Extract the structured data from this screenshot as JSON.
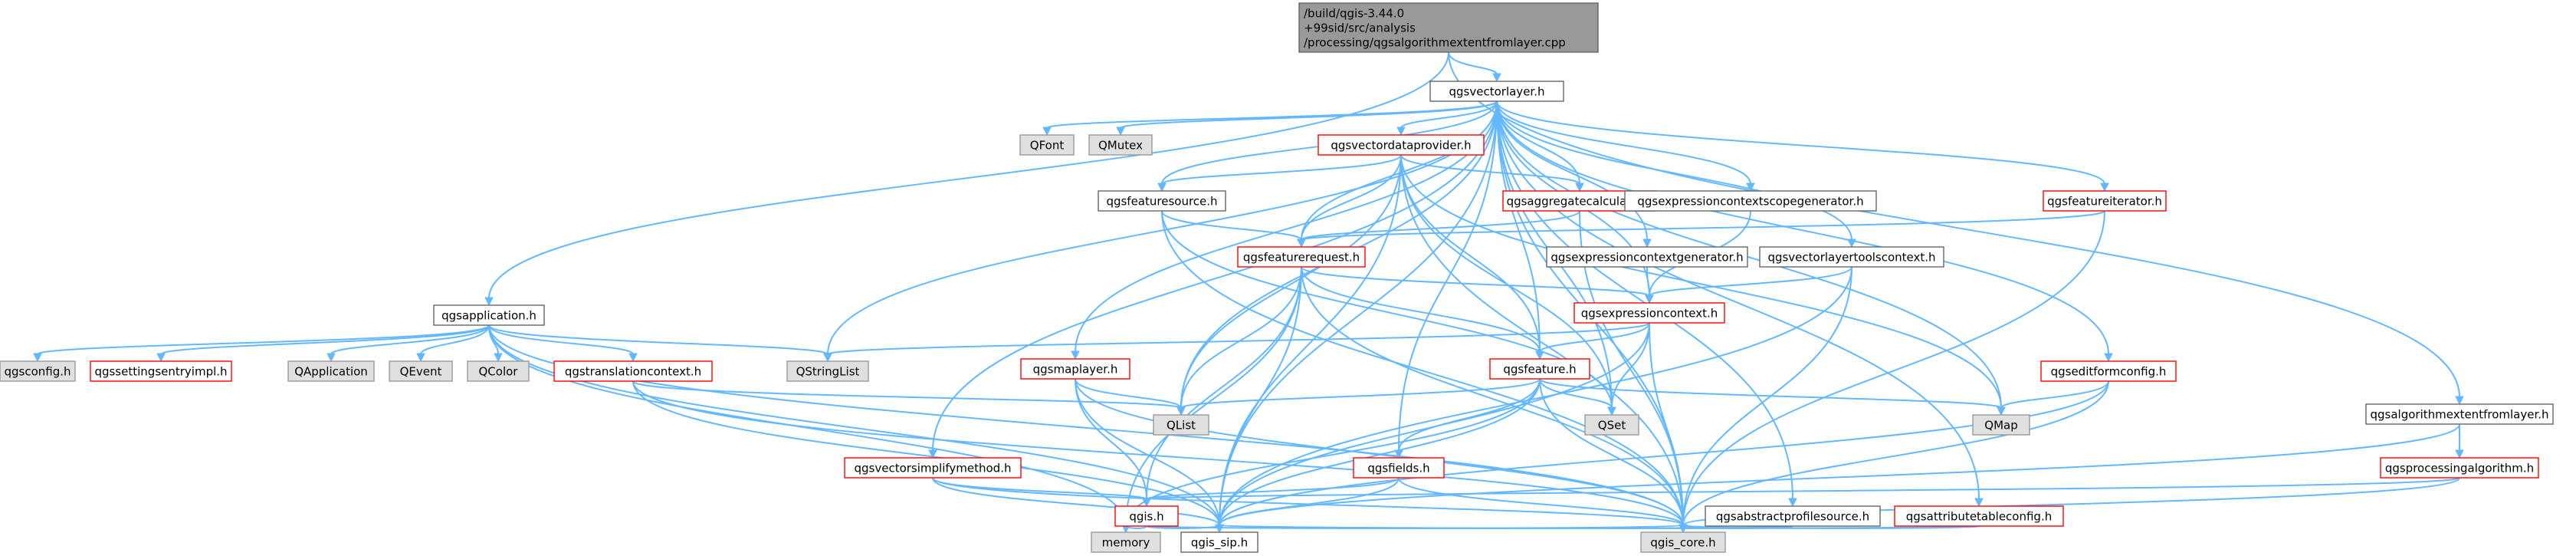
{
  "colors": {
    "edge": "#63b8ff",
    "root_fill": "#999999",
    "root_border": "#666666",
    "local_fill": "#ffffff",
    "local_border": "#666666",
    "red_border": "#ff0000",
    "external_fill": "#e0e0e0",
    "external_border": "#999999"
  },
  "nodes": [
    {
      "id": "root",
      "kind": "root",
      "lines": [
        "/build/qgis-3.44.0",
        "+99sid/src/analysis",
        "/processing/qgsalgorithmextentfromlayer.cpp"
      ]
    },
    {
      "id": "qgsvectorlayer",
      "kind": "local",
      "lines": [
        "qgsvectorlayer.h"
      ]
    },
    {
      "id": "qgsapplication",
      "kind": "local",
      "lines": [
        "qgsapplication.h"
      ]
    },
    {
      "id": "qgsalgorithmextentfromlayer",
      "kind": "local",
      "lines": [
        "qgsalgorithmextentfromlayer.h"
      ]
    },
    {
      "id": "qgsconfig",
      "kind": "external",
      "lines": [
        "qgsconfig.h"
      ]
    },
    {
      "id": "qgssettingsentryimpl",
      "kind": "red",
      "lines": [
        "qgssettingsentryimpl.h"
      ]
    },
    {
      "id": "QApplication",
      "kind": "external",
      "lines": [
        "QApplication"
      ]
    },
    {
      "id": "QEvent",
      "kind": "external",
      "lines": [
        "QEvent"
      ]
    },
    {
      "id": "QColor",
      "kind": "external",
      "lines": [
        "QColor"
      ]
    },
    {
      "id": "qgstranslationcontext",
      "kind": "red",
      "lines": [
        "qgstranslationcontext.h"
      ]
    },
    {
      "id": "QStringList",
      "kind": "external",
      "lines": [
        "QStringList"
      ]
    },
    {
      "id": "QFont",
      "kind": "external",
      "lines": [
        "QFont"
      ]
    },
    {
      "id": "QMutex",
      "kind": "external",
      "lines": [
        "QMutex"
      ]
    },
    {
      "id": "qgsvectordataprovider",
      "kind": "red",
      "lines": [
        "qgsvectordataprovider.h"
      ]
    },
    {
      "id": "qgsfeaturesource",
      "kind": "local",
      "lines": [
        "qgsfeaturesource.h"
      ]
    },
    {
      "id": "qgsaggregatecalculator",
      "kind": "red",
      "lines": [
        "qgsaggregatecalculator.h"
      ]
    },
    {
      "id": "qgsexpressioncontextscopegenerator",
      "kind": "local",
      "lines": [
        "qgsexpressioncontextscopegenerator.h"
      ]
    },
    {
      "id": "qgsfeatureiterator",
      "kind": "red",
      "lines": [
        "qgsfeatureiterator.h"
      ]
    },
    {
      "id": "qgsfeaturerequest",
      "kind": "red",
      "lines": [
        "qgsfeaturerequest.h"
      ]
    },
    {
      "id": "qgsexpressioncontextgenerator",
      "kind": "local",
      "lines": [
        "qgsexpressioncontextgenerator.h"
      ]
    },
    {
      "id": "qgsvectorlayertoolscontext",
      "kind": "local",
      "lines": [
        "qgsvectorlayertoolscontext.h"
      ]
    },
    {
      "id": "qgsexpressioncontext",
      "kind": "red",
      "lines": [
        "qgsexpressioncontext.h"
      ]
    },
    {
      "id": "qgsmaplayer",
      "kind": "red",
      "lines": [
        "qgsmaplayer.h"
      ]
    },
    {
      "id": "qgsfeature",
      "kind": "red",
      "lines": [
        "qgsfeature.h"
      ]
    },
    {
      "id": "qgseditformconfig",
      "kind": "red",
      "lines": [
        "qgseditformconfig.h"
      ]
    },
    {
      "id": "QList",
      "kind": "external",
      "lines": [
        "QList"
      ]
    },
    {
      "id": "QSet",
      "kind": "external",
      "lines": [
        "QSet"
      ]
    },
    {
      "id": "QMap",
      "kind": "external",
      "lines": [
        "QMap"
      ]
    },
    {
      "id": "qgsvectorsimplifymethod",
      "kind": "red",
      "lines": [
        "qgsvectorsimplifymethod.h"
      ]
    },
    {
      "id": "qgsfields",
      "kind": "red",
      "lines": [
        "qgsfields.h"
      ]
    },
    {
      "id": "qgsprocessingalgorithm",
      "kind": "red",
      "lines": [
        "qgsprocessingalgorithm.h"
      ]
    },
    {
      "id": "qgis",
      "kind": "red",
      "lines": [
        "qgis.h"
      ]
    },
    {
      "id": "qgsabstractprofilesource",
      "kind": "local",
      "lines": [
        "qgsabstractprofilesource.h"
      ]
    },
    {
      "id": "qgsattributetableconfig",
      "kind": "red",
      "lines": [
        "qgsattributetableconfig.h"
      ]
    },
    {
      "id": "memory",
      "kind": "external",
      "lines": [
        "memory"
      ]
    },
    {
      "id": "qgis_sip",
      "kind": "local",
      "lines": [
        "qgis_sip.h"
      ]
    },
    {
      "id": "qgis_core",
      "kind": "external",
      "lines": [
        "qgis_core.h"
      ]
    }
  ],
  "edges": [
    [
      "root",
      "qgsvectorlayer"
    ],
    [
      "root",
      "qgsapplication"
    ],
    [
      "root",
      "qgsalgorithmextentfromlayer"
    ],
    [
      "qgsapplication",
      "qgsconfig"
    ],
    [
      "qgsapplication",
      "qgssettingsentryimpl"
    ],
    [
      "qgsapplication",
      "QApplication"
    ],
    [
      "qgsapplication",
      "QEvent"
    ],
    [
      "qgsapplication",
      "QColor"
    ],
    [
      "qgsapplication",
      "qgstranslationcontext"
    ],
    [
      "qgsapplication",
      "QStringList"
    ],
    [
      "qgsapplication",
      "memory"
    ],
    [
      "qgsapplication",
      "qgis_sip"
    ],
    [
      "qgsapplication",
      "qgis_core"
    ],
    [
      "qgstranslationcontext",
      "QList"
    ],
    [
      "qgstranslationcontext",
      "qgis_sip"
    ],
    [
      "qgstranslationcontext",
      "qgis_core"
    ],
    [
      "qgsvectorlayer",
      "QFont"
    ],
    [
      "qgsvectorlayer",
      "QMutex"
    ],
    [
      "qgsvectorlayer",
      "qgsvectordataprovider"
    ],
    [
      "qgsvectorlayer",
      "qgsfeaturesource"
    ],
    [
      "qgsvectorlayer",
      "qgsaggregatecalculator"
    ],
    [
      "qgsvectorlayer",
      "qgsexpressioncontextscopegenerator"
    ],
    [
      "qgsvectorlayer",
      "qgsfeatureiterator"
    ],
    [
      "qgsvectorlayer",
      "qgsfeaturerequest"
    ],
    [
      "qgsvectorlayer",
      "qgsexpressioncontextgenerator"
    ],
    [
      "qgsvectorlayer",
      "qgsvectorlayertoolscontext"
    ],
    [
      "qgsvectorlayer",
      "qgsexpressioncontext"
    ],
    [
      "qgsvectorlayer",
      "qgsmaplayer"
    ],
    [
      "qgsvectorlayer",
      "qgsfeature"
    ],
    [
      "qgsvectorlayer",
      "qgseditformconfig"
    ],
    [
      "qgsvectorlayer",
      "QStringList"
    ],
    [
      "qgsvectorlayer",
      "QList"
    ],
    [
      "qgsvectorlayer",
      "QSet"
    ],
    [
      "qgsvectorlayer",
      "QMap"
    ],
    [
      "qgsvectorlayer",
      "qgsvectorsimplifymethod"
    ],
    [
      "qgsvectorlayer",
      "qgsfields"
    ],
    [
      "qgsvectorlayer",
      "qgsabstractprofilesource"
    ],
    [
      "qgsvectorlayer",
      "qgsattributetableconfig"
    ],
    [
      "qgsvectorlayer",
      "qgis_sip"
    ],
    [
      "qgsvectorlayer",
      "qgis_core"
    ],
    [
      "qgsvectordataprovider",
      "qgsfeaturesource"
    ],
    [
      "qgsvectordataprovider",
      "qgsaggregatecalculator"
    ],
    [
      "qgsvectordataprovider",
      "qgsfeaturerequest"
    ],
    [
      "qgsvectordataprovider",
      "qgsfeature"
    ],
    [
      "qgsvectordataprovider",
      "QList"
    ],
    [
      "qgsvectordataprovider",
      "QSet"
    ],
    [
      "qgsvectordataprovider",
      "QMap"
    ],
    [
      "qgsvectordataprovider",
      "qgis_sip"
    ],
    [
      "qgsvectordataprovider",
      "qgis_core"
    ],
    [
      "qgsfeaturesource",
      "qgsfeaturerequest"
    ],
    [
      "qgsfeaturesource",
      "QSet"
    ],
    [
      "qgsfeaturesource",
      "qgis_core"
    ],
    [
      "qgsaggregatecalculator",
      "qgsfeaturerequest"
    ],
    [
      "qgsaggregatecalculator",
      "qgis_core"
    ],
    [
      "qgsexpressioncontextscopegenerator",
      "qgsexpressioncontext"
    ],
    [
      "qgsfeatureiterator",
      "qgsfeaturerequest"
    ],
    [
      "qgsfeatureiterator",
      "qgis_core"
    ],
    [
      "qgsfeaturerequest",
      "qgsexpressioncontext"
    ],
    [
      "qgsfeaturerequest",
      "qgsfeature"
    ],
    [
      "qgsfeaturerequest",
      "QList"
    ],
    [
      "qgsfeaturerequest",
      "qgis"
    ],
    [
      "qgsfeaturerequest",
      "memory"
    ],
    [
      "qgsfeaturerequest",
      "qgis_sip"
    ],
    [
      "qgsfeaturerequest",
      "qgis_core"
    ],
    [
      "qgsexpressioncontextgenerator",
      "qgsexpressioncontext"
    ],
    [
      "qgsvectorlayertoolscontext",
      "qgsexpressioncontext"
    ],
    [
      "qgsvectorlayertoolscontext",
      "qgis_sip"
    ],
    [
      "qgsvectorlayertoolscontext",
      "qgis_core"
    ],
    [
      "qgsexpressioncontext",
      "QStringList"
    ],
    [
      "qgsexpressioncontext",
      "qgsfeature"
    ],
    [
      "qgsexpressioncontext",
      "QSet"
    ],
    [
      "qgsexpressioncontext",
      "qgis_sip"
    ],
    [
      "qgsexpressioncontext",
      "qgis_core"
    ],
    [
      "qgsmaplayer",
      "QList"
    ],
    [
      "qgsmaplayer",
      "qgis"
    ],
    [
      "qgsmaplayer",
      "qgis_sip"
    ],
    [
      "qgsmaplayer",
      "qgis_core"
    ],
    [
      "qgsfeature",
      "QList"
    ],
    [
      "qgsfeature",
      "QSet"
    ],
    [
      "qgsfeature",
      "QMap"
    ],
    [
      "qgsfeature",
      "qgsfields"
    ],
    [
      "qgsfeature",
      "memory"
    ],
    [
      "qgsfeature",
      "qgis_sip"
    ],
    [
      "qgsfeature",
      "qgis_core"
    ],
    [
      "qgseditformconfig",
      "QMap"
    ],
    [
      "qgseditformconfig",
      "qgis_sip"
    ],
    [
      "qgseditformconfig",
      "qgis_core"
    ],
    [
      "qgsvectorsimplifymethod",
      "qgis"
    ],
    [
      "qgsvectorsimplifymethod",
      "qgis_sip"
    ],
    [
      "qgsvectorsimplifymethod",
      "qgis_core"
    ],
    [
      "qgsfields",
      "qgis"
    ],
    [
      "qgsfields",
      "qgis_sip"
    ],
    [
      "qgsfields",
      "qgis_core"
    ],
    [
      "qgsalgorithmextentfromlayer",
      "qgsprocessingalgorithm"
    ],
    [
      "qgsalgorithmextentfromlayer",
      "qgis_sip"
    ],
    [
      "qgsprocessingalgorithm",
      "qgis"
    ],
    [
      "qgsprocessingalgorithm",
      "qgis_core"
    ],
    [
      "qgis",
      "memory"
    ],
    [
      "qgis",
      "qgis_sip"
    ],
    [
      "qgis",
      "qgis_core"
    ],
    [
      "qgsabstractprofilesource",
      "qgis_sip"
    ],
    [
      "qgsabstractprofilesource",
      "qgis_core"
    ],
    [
      "qgsattributetableconfig",
      "qgis_sip"
    ],
    [
      "qgsattributetableconfig",
      "qgis_core"
    ]
  ]
}
